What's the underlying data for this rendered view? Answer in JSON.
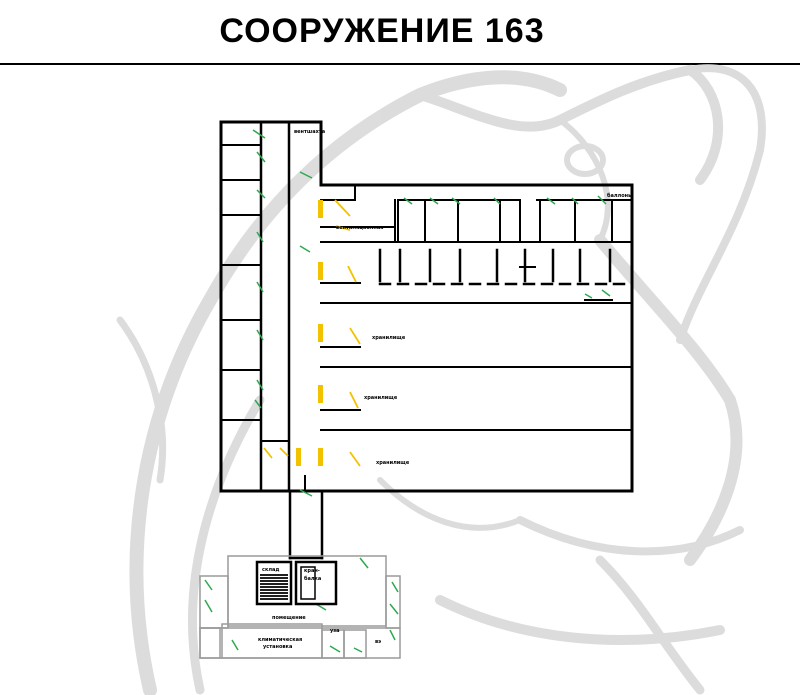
{
  "title": "СООРУЖЕНИЕ 163",
  "colors": {
    "wall": "#000000",
    "door_green": "#2fa84f",
    "door_yellow": "#f2c200",
    "watermark": "#d9d9d9",
    "annex_wall": "#9a9a9a"
  },
  "watermark_icon": "wolf-head-watermark",
  "rooms": {
    "ventilation_shaft": "вентшахта",
    "ventilation_room": "вентиляционная",
    "cylinders": "баллоны",
    "storage_1": "хранилище",
    "storage_2": "хранилище",
    "storage_3": "хранилище",
    "warehouse": "склад",
    "crane_beam_line1": "кран-",
    "crane_beam_line2": "балка",
    "decontamination": "помещение",
    "climate_line1": "климатическая",
    "climate_line2": "установка",
    "small_room": "уза",
    "corner_room": "вэ"
  }
}
